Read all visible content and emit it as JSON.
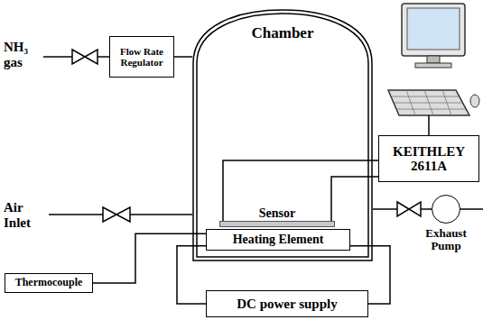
{
  "diagram": {
    "nodes": [
      {
        "text": [
          "Flow Rate Regulator"
        ]
      },
      {
        "text": [
          "Chamber"
        ]
      },
      {
        "text": [
          "Sensor"
        ],
        "in": 1
      },
      {
        "text": [
          "Heating Element"
        ],
        "in": 1
      },
      {
        "text": [
          "KEITHLEY 2611A"
        ]
      },
      {
        "text": [
          "Exhaust Pump"
        ]
      },
      {
        "text": [
          "Thermocouple"
        ]
      },
      {
        "text": [
          "DC power supply"
        ]
      }
    ],
    "edges": [
      {
        "from": 0,
        "to": 1,
        "arrow": "none"
      },
      {
        "from": 2,
        "to": 4,
        "arrow": "none"
      },
      {
        "from": 2,
        "to": 4,
        "arrow": "none"
      },
      {
        "from": 6,
        "to": 3,
        "arrow": "none"
      },
      {
        "from": 7,
        "to": 3,
        "arrow": "none"
      },
      {
        "from": 7,
        "to": 3,
        "arrow": "none"
      },
      {
        "from": 1,
        "to": 5,
        "arrow": "none"
      }
    ],
    "labels": [
      "NH₃ gas",
      "Air Inlet"
    ]
  }
}
